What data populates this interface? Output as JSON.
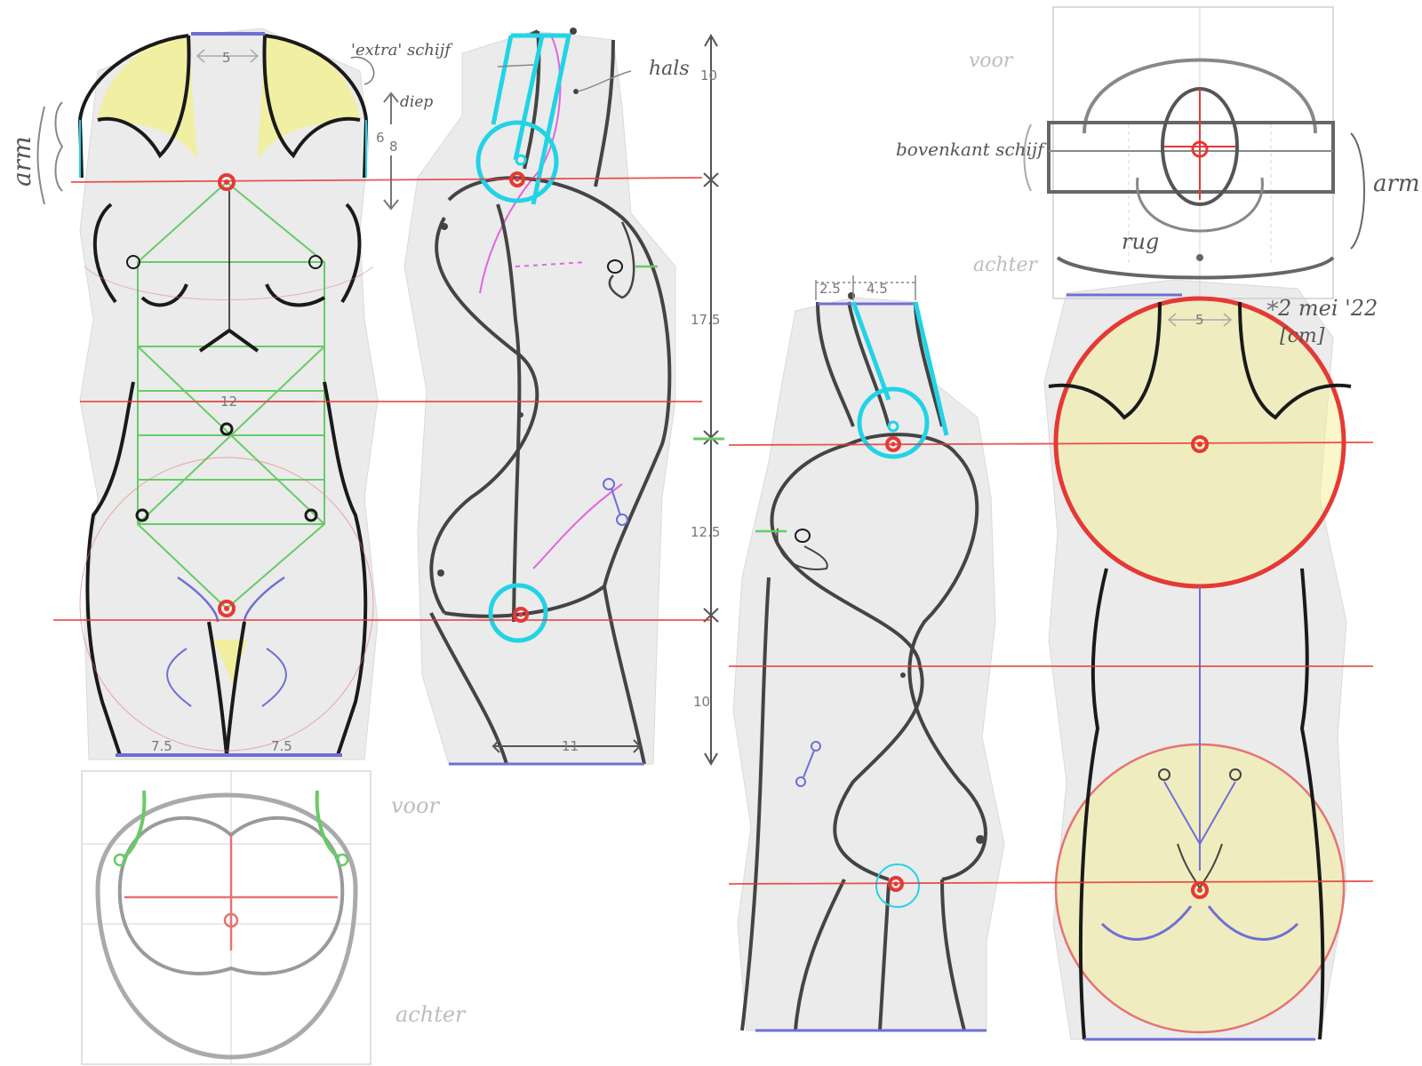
{
  "sheet": {
    "date": "2 mei '22",
    "unit": "[cm]"
  },
  "labels": {
    "arm_left": "arm",
    "arm_right": "arm",
    "extra_schijf": "'extra' schijf",
    "diep": "diep",
    "hals": "hals",
    "voor_top": "voor",
    "achter_top": "achter",
    "voor_bottom": "voor",
    "achter_bottom": "achter",
    "bovenkant_schijf": "bovenkant schijf",
    "rug": "rug"
  },
  "dimensions": {
    "front_shoulder_gap": "5",
    "depth_6": "6",
    "depth_8": "8",
    "waist_width": "12",
    "hip_left": "7.5",
    "hip_right": "7.5",
    "side_neck_10": "10",
    "side_torso_17_5": "17.5",
    "side_belly_12_5": "12.5",
    "side_lower_10": "10",
    "side_base_11": "11",
    "right_top_2_5": "2.5",
    "right_top_4_5": "4.5",
    "back_shoulder_gap": "5"
  },
  "colors": {
    "construction_red": "#e53935",
    "neck_cyan": "#22d3e6",
    "grid_green": "#66cc66",
    "outline_black": "#1a1a1a",
    "shade_yellow": "#f3f08a",
    "blue_shadow": "#6f6fd6",
    "pink_guide": "#e066e0",
    "stone_grey": "#ebebeb"
  }
}
